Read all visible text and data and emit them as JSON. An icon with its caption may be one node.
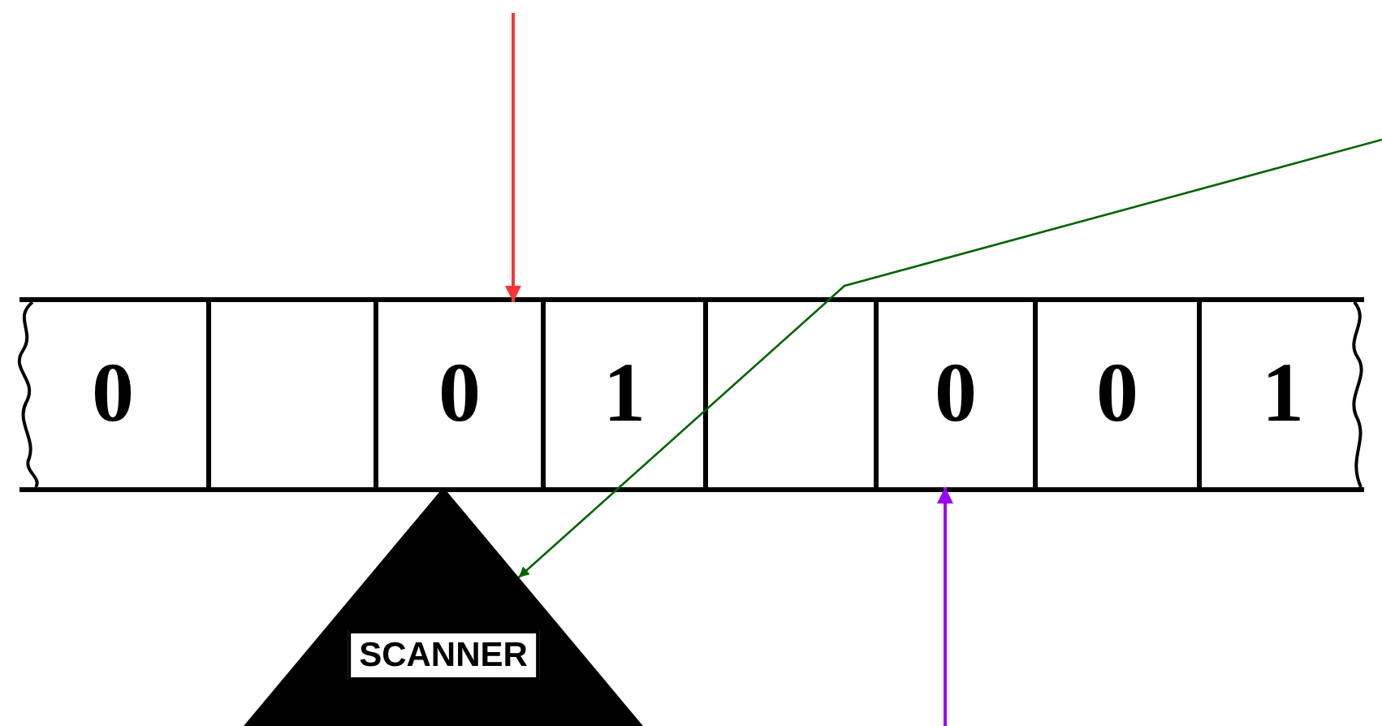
{
  "diagram": {
    "nodes": [
      {
        "text": [],
        "shape": "bar"
      },
      {
        "text": [
          "0"
        ],
        "in": 0
      },
      {
        "text": [],
        "shape": "box",
        "in": 0
      },
      {
        "text": [
          "0"
        ],
        "in": 0
      },
      {
        "text": [
          "1"
        ],
        "in": 0
      },
      {
        "text": [],
        "shape": "box",
        "in": 0
      },
      {
        "text": [
          "0"
        ],
        "in": 0
      },
      {
        "text": [
          "0"
        ],
        "in": 0
      },
      {
        "text": [
          "1"
        ],
        "in": 0
      },
      {
        "text": [
          "SCANNER"
        ]
      }
    ],
    "edges": [
      {
        "from": null,
        "to": 3,
        "arrow": "to",
        "color": "#ff3333"
      },
      {
        "from": null,
        "to": 9,
        "arrow": "to",
        "color": "#006400"
      },
      {
        "from": null,
        "to": 6,
        "arrow": "to",
        "color": "#9900ff"
      }
    ]
  }
}
